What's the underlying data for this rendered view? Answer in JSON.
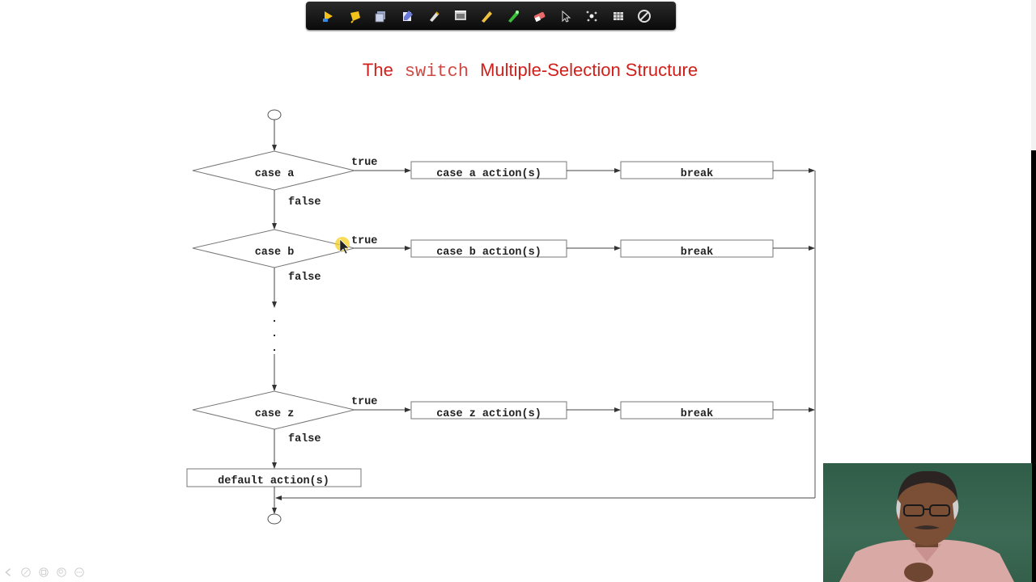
{
  "toolbar": {
    "tools": [
      {
        "name": "arrow-next-icon",
        "color": "#f2c21a"
      },
      {
        "name": "pointer-icon",
        "color": "#f2c21a"
      },
      {
        "name": "slides-icon",
        "color": "#9aa8c8"
      },
      {
        "name": "pen-icon",
        "color": "#6a7ad8"
      },
      {
        "name": "highlighter-icon",
        "color": "#e0e0e0"
      },
      {
        "name": "screen-icon",
        "color": "#cfcfcf"
      },
      {
        "name": "marker-icon",
        "color": "#f0c040"
      },
      {
        "name": "green-marker-icon",
        "color": "#3cc13c"
      },
      {
        "name": "eraser-icon",
        "color": "#e86a6a"
      },
      {
        "name": "cursor-icon",
        "color": "#dddddd"
      },
      {
        "name": "laser-icon",
        "color": "#dddddd"
      },
      {
        "name": "grid-icon",
        "color": "#dddddd"
      },
      {
        "name": "no-entry-icon",
        "color": "#dddddd"
      }
    ]
  },
  "slide": {
    "title_pre": "The",
    "title_code": "switch",
    "title_post": "Multiple-Selection Structure"
  },
  "flowchart": {
    "decisions": [
      "case a",
      "case b",
      "case z"
    ],
    "true_label": "true",
    "false_label": "false",
    "actions": [
      "case a action(s)",
      "case b action(s)",
      "case z action(s)"
    ],
    "break_label": "break",
    "ellipsis": ".",
    "default_action": "default action(s)"
  },
  "colors": {
    "title": "#d0201b",
    "title_code": "#cf4a45",
    "line": "#444444"
  }
}
